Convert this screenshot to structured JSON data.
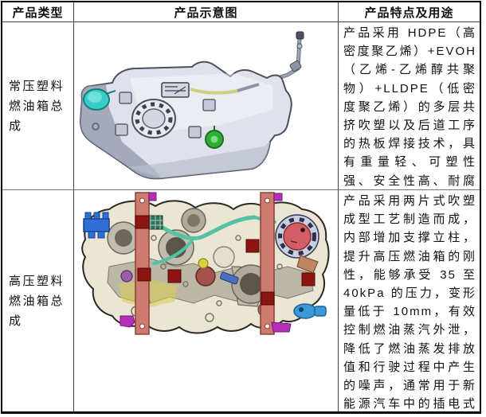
{
  "table": {
    "headers": [
      {
        "label": "产品类型"
      },
      {
        "label": "产品示意图"
      },
      {
        "label": "产品特点及用途"
      }
    ],
    "rows": [
      {
        "type": "常压塑料燃油箱总成",
        "diagram": "normal-pressure-plastic-fuel-tank-render",
        "description": "产品采用 HDPE（高密度聚乙烯）+EVOH（乙烯-乙烯醇共聚物）+LLDPE（低密度聚乙烯）的多层共挤吹塑以及后道工序的热板焊接技术，具有重量轻、可塑性强、安全性高、耐腐蚀等特性，广泛应用于传统燃油车型。"
      },
      {
        "type": "高压塑料燃油箱总成",
        "diagram": "high-pressure-plastic-fuel-tank-render",
        "description": "产品采用两片式吹塑成型工艺制造而成，内部增加支撑立柱，提升高压燃油箱的刚性，能够承受 35 至 40kPa 的压力，变形量低于 10mm，有效控制燃油蒸汽外泄，降低了燃油蒸发排放值和行驶过程中产生的噪声，通常用于新能源汽车中的插电式混合动力（含增程式）车型。"
      }
    ]
  },
  "colors": {
    "tank1_body": "#dfe2ec",
    "tank1_side": "#9aa0b4",
    "tank1_outline": "#4a5060",
    "teal_cap": "#38cdc6",
    "green_cap": "#2fae35",
    "fuel_line_yellow": "#cdd084",
    "pipe_gray": "#9aa2b4",
    "tank2_body": "#eae6d3",
    "tank2_panel": "#b5b0a0",
    "tank2_outline": "#2b2822",
    "strap_salmon": "#cd7b6e",
    "strap_pad_red": "#8c1512",
    "flange_ring": "#c9cfe2",
    "flange_pink": "#d25f66",
    "connector_blue": "#2f6fd6",
    "fitting_blue": "#3a9ad8",
    "magenta": "#b52fb8",
    "tube_teal": "#53c2a5",
    "accent_yellow": "#d6d23e",
    "module_gray": "#c2bcae"
  }
}
